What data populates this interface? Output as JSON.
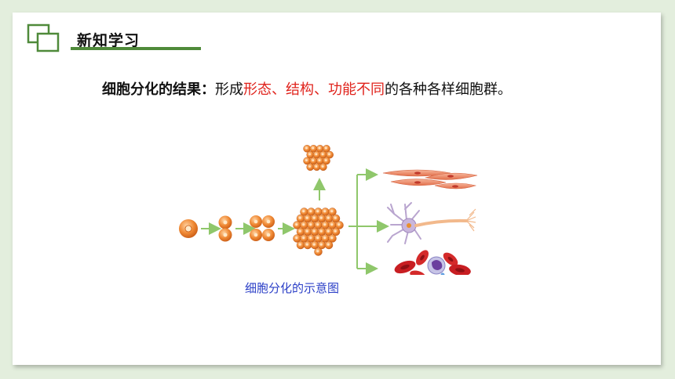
{
  "slide": {
    "heading": "新知学习",
    "sentence": {
      "lead": "细胞分化的结果：",
      "part1": "形成",
      "red1": "形态、结构、功能不同",
      "part2": "的各种各样细胞群。"
    },
    "figure_caption": "细胞分化的示意图"
  },
  "colors": {
    "background": "#e3eedd",
    "accent_green": "#4f8a3a",
    "highlight_red": "#e0221b",
    "caption_blue": "#2b3fc7",
    "cell_orange": "#f08a35",
    "arrow_green": "#8fc76b"
  }
}
